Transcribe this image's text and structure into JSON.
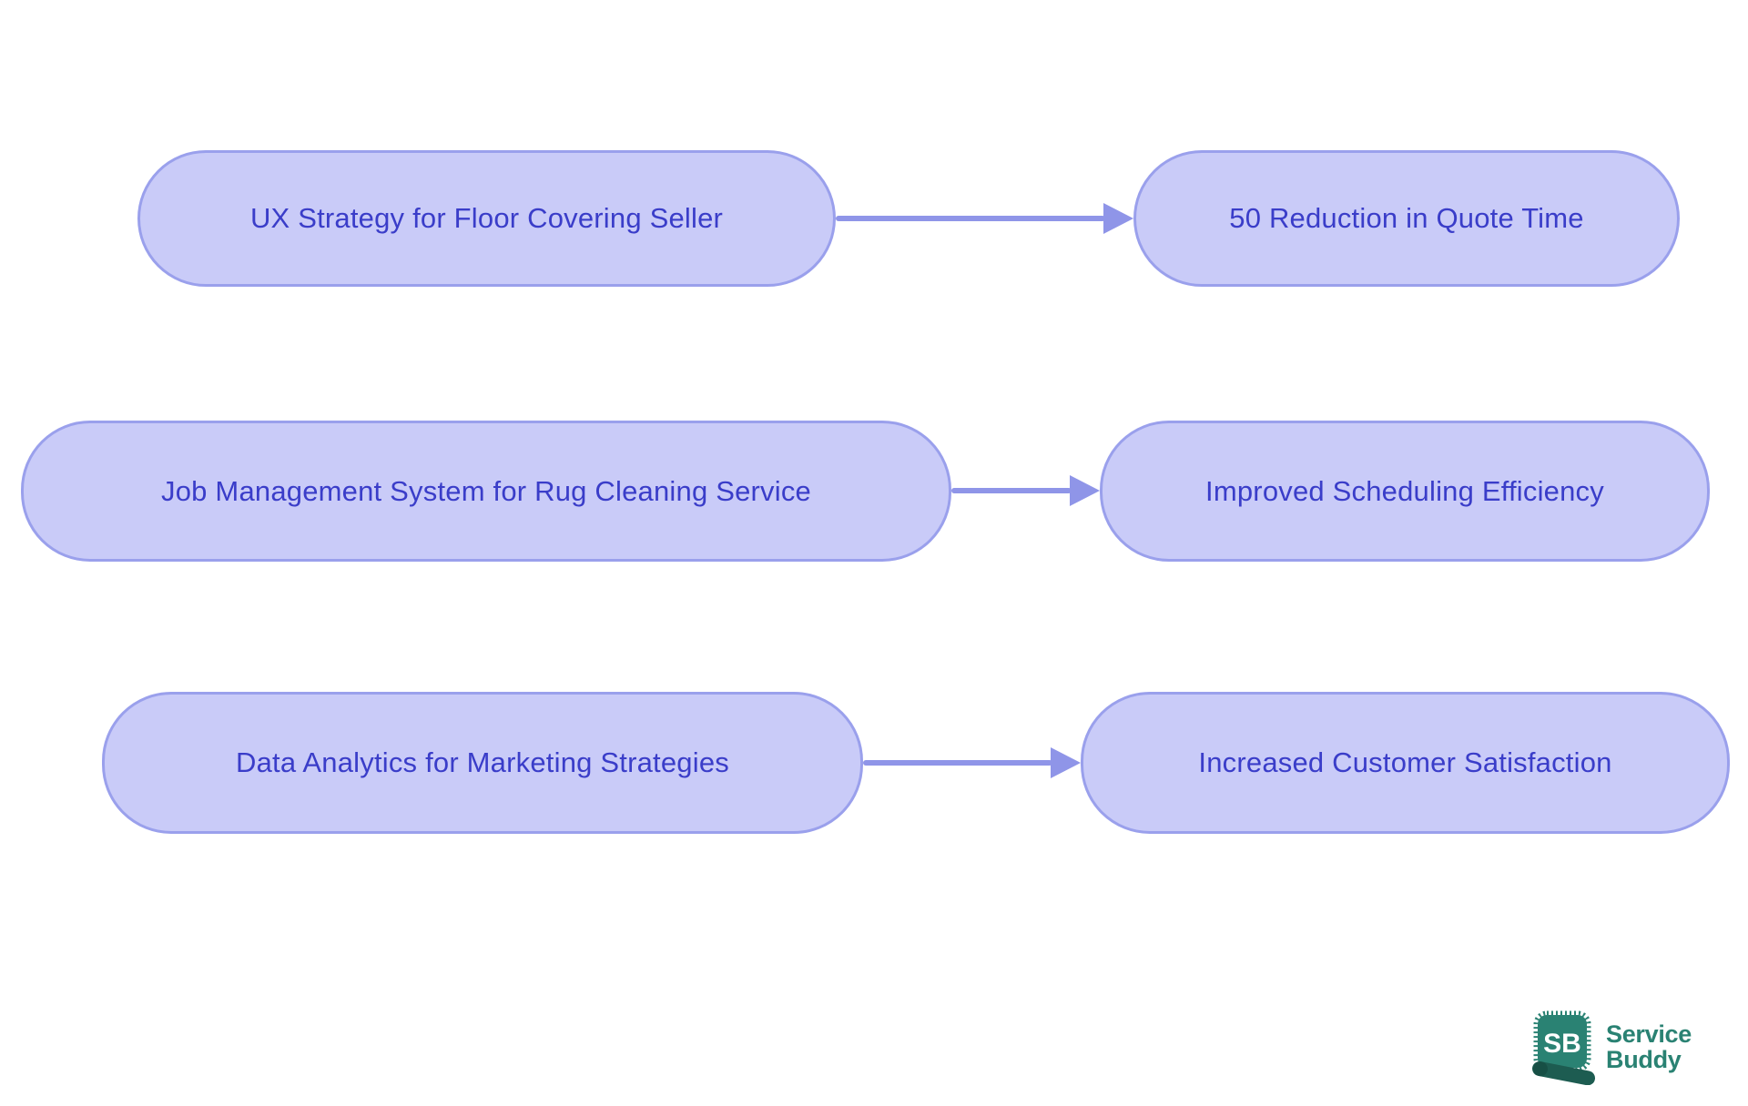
{
  "diagram": {
    "type": "flow-pairs",
    "rows": [
      {
        "source": "UX Strategy for Floor Covering Seller",
        "target": "50 Reduction in Quote Time"
      },
      {
        "source": "Job Management System for Rug Cleaning Service",
        "target": "Improved Scheduling Efficiency"
      },
      {
        "source": "Data Analytics for Marketing Strategies",
        "target": "Increased Customer Satisfaction"
      }
    ],
    "colors": {
      "node_fill": "#c9cbf8",
      "node_border": "#9aa0ec",
      "node_text": "#3a3dc9",
      "arrow": "#8f95e8",
      "background": "#ffffff"
    }
  },
  "logo": {
    "monogram": "SB",
    "name_line1": "Service",
    "name_line2": "Buddy",
    "brand_teal": "#2a8273",
    "brand_dark_teal": "#1d5c51"
  }
}
